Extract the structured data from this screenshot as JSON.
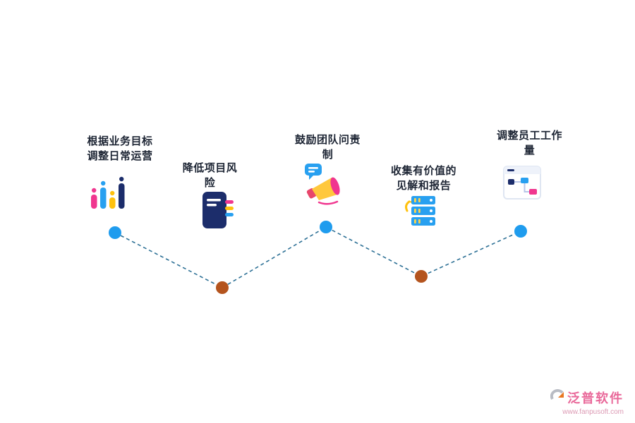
{
  "steps": [
    {
      "label": "根据业务目标\n调整日常运营",
      "icon": "bar-chart-icon",
      "dot_color": "blue"
    },
    {
      "label": "降低项目风\n险",
      "icon": "notebook-icon",
      "dot_color": "orange"
    },
    {
      "label": "鼓励团队问责\n制",
      "icon": "megaphone-icon",
      "dot_color": "blue"
    },
    {
      "label": "收集有价值的\n见解和报告",
      "icon": "server-stack-icon",
      "dot_color": "orange"
    },
    {
      "label": "调整员工工作\n量",
      "icon": "kanban-board-icon",
      "dot_color": "blue"
    }
  ],
  "colors": {
    "dot_blue": "#1f9cee",
    "dot_orange": "#b4541e",
    "connector_line": "#2e7196",
    "text": "#1c2433",
    "accent_pink": "#f0368f",
    "accent_blue": "#28a0f0",
    "accent_yellow": "#ffc10e",
    "accent_navy": "#1c2d6b",
    "brand_pink": "#e9699a"
  },
  "logo": {
    "name": "泛普软件",
    "url": "www.fanpusoft.com"
  }
}
